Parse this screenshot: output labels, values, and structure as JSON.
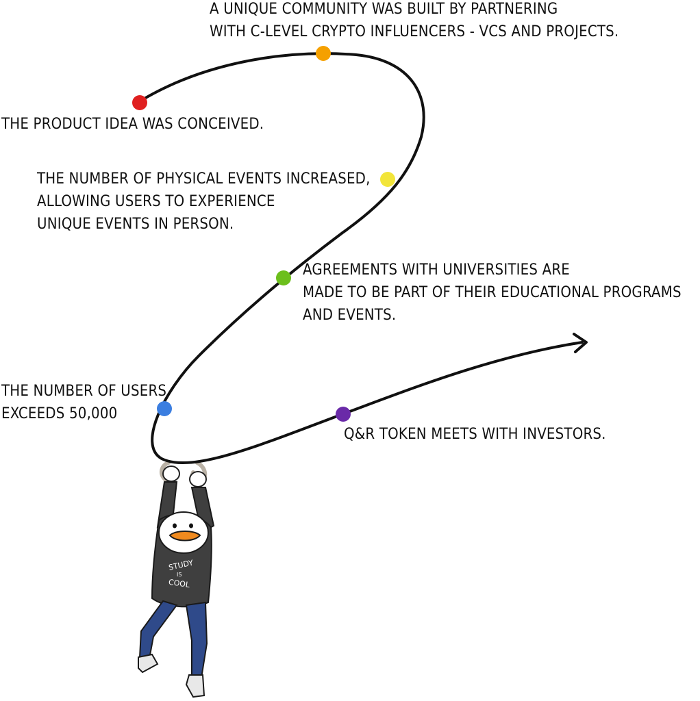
{
  "milestones": [
    {
      "id": "m1",
      "color": "#e02020",
      "lines": [
        "THE PRODUCT IDEA WAS CONCEIVED."
      ]
    },
    {
      "id": "m2",
      "color": "#f5a000",
      "lines": [
        "A UNIQUE COMMUNITY WAS BUILT BY PARTNERING",
        "WITH C-LEVEL CRYPTO INFLUENCERS - VCS AND PROJECTS."
      ]
    },
    {
      "id": "m3",
      "color": "#f2e53a",
      "lines": [
        "THE NUMBER OF PHYSICAL EVENTS INCREASED,",
        "ALLOWING USERS TO EXPERIENCE",
        "UNIQUE EVENTS IN PERSON."
      ]
    },
    {
      "id": "m4",
      "color": "#6cbf1c",
      "lines": [
        "AGREEMENTS WITH UNIVERSITIES ARE",
        "MADE TO BE PART OF THEIR EDUCATIONAL PROGRAMS",
        "AND EVENTS."
      ]
    },
    {
      "id": "m5",
      "color": "#3b7ee0",
      "lines": [
        "THE NUMBER OF USERS",
        "EXCEEDS 50,000"
      ]
    },
    {
      "id": "m6",
      "color": "#6a2aa8",
      "lines": [
        "Q&R TOKEN MEETS WITH INVESTORS."
      ]
    }
  ],
  "character": {
    "hoodie_print": [
      "STUDY",
      "IS",
      "COOL"
    ],
    "colors": {
      "hoodie": "#3f3f3f",
      "jeans": "#2f4a8a",
      "beak": "#f08a1e",
      "rope": "#b9b1a5"
    }
  },
  "path_color": "#111111"
}
